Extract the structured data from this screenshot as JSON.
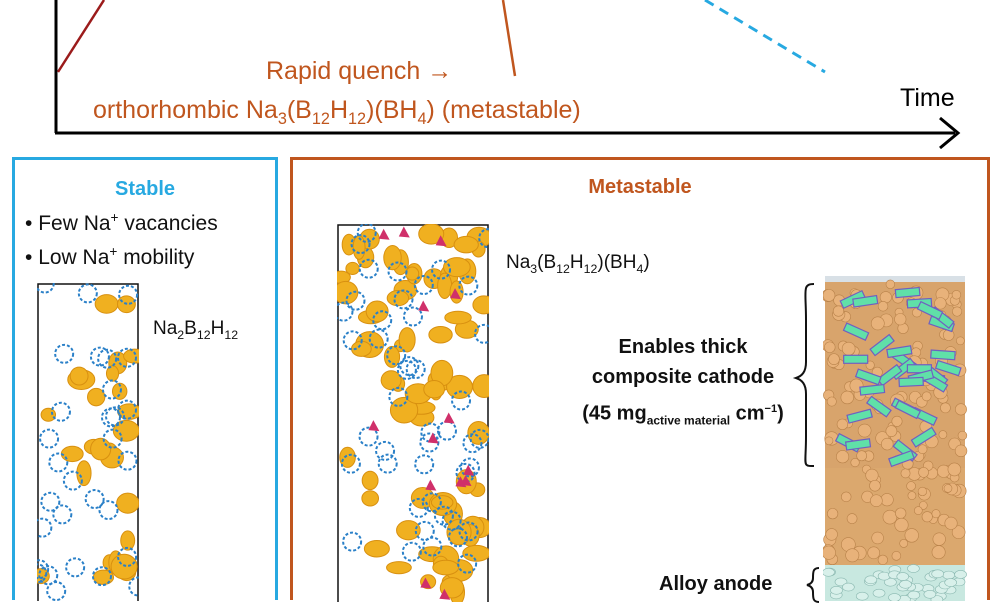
{
  "timeline": {
    "axis_label": "Time",
    "quench_label": "Rapid quench →",
    "product_prefix": "orthorhombic Na",
    "product_sub1": "3",
    "product_mid1": "(B",
    "product_sub2": "12",
    "product_mid2": "H",
    "product_sub3": "12",
    "product_mid3": ")(BH",
    "product_sub4": "4",
    "product_suffix": ") (metastable)",
    "colors": {
      "heating": "#9b1b1b",
      "quench": "#c0561e",
      "slow": "#27a9e1"
    }
  },
  "stable_panel": {
    "title": "Stable",
    "bullets": [
      {
        "pre": "Few Na",
        "sup": "+",
        "post": " vacancies"
      },
      {
        "pre": "Low Na",
        "sup": "+",
        "post": " mobility"
      }
    ],
    "formula": {
      "a": "Na",
      "s1": "2",
      "b": "B",
      "s2": "12",
      "c": "H",
      "s3": "12"
    },
    "color": "#27a9e1"
  },
  "metastable_panel": {
    "title": "Metastable",
    "formula": {
      "a": "Na",
      "s1": "3",
      "b": "(B",
      "s2": "12",
      "c": "H",
      "s3": "12",
      "d": ")(BH",
      "s4": "4",
      "e": ")"
    },
    "cathode_line1": "Enables thick",
    "cathode_line2": "composite cathode",
    "cathode_line3_pre": "(45 mg",
    "cathode_line3_sub": "active material",
    "cathode_line3_post": " cm",
    "cathode_line3_sup": "−1",
    "cathode_line3_end": ")",
    "anode_label": "Alloy anode",
    "color": "#c0561e"
  }
}
